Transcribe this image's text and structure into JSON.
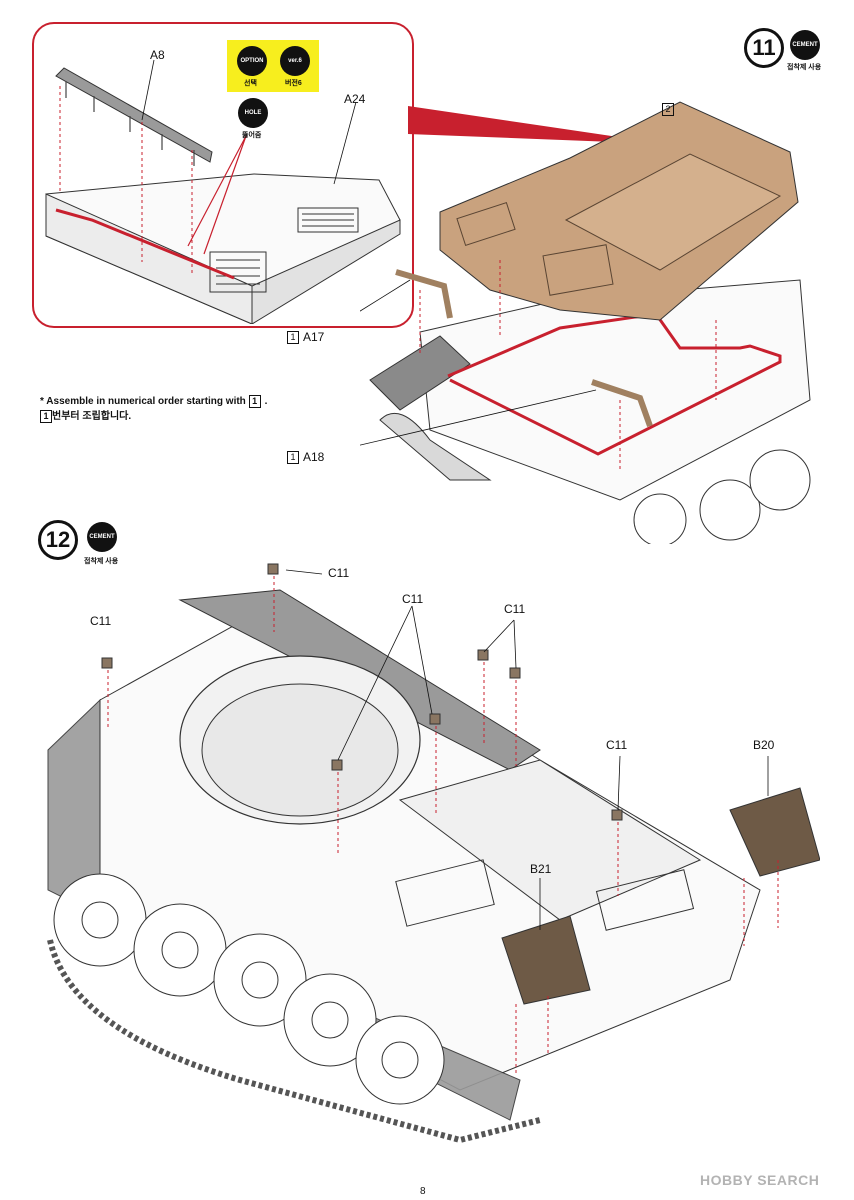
{
  "step11": {
    "number": "11",
    "cement_badge": "CEMENT",
    "cement_caption": "접착제 사용",
    "box_number": "2",
    "inset": {
      "option_badge": "OPTION",
      "option_caption": "선택",
      "version_badge": "ver.6",
      "version_caption": "버전6",
      "hole_badge": "HOLE",
      "hole_caption": "뚫어줌",
      "labels": [
        "A8",
        "A24"
      ]
    },
    "parts": [
      {
        "box": "1",
        "label": "A17"
      },
      {
        "box": "1",
        "label": "A18"
      }
    ]
  },
  "note": {
    "english": "* Assemble in numerical order starting with",
    "english_box": "1",
    "english_end": ".",
    "korean_box": "1",
    "korean": "번부터 조립합니다."
  },
  "step12": {
    "number": "12",
    "cement_badge": "CEMENT",
    "cement_caption": "접착제 사용",
    "labels": [
      "C11",
      "C11",
      "C11",
      "C11",
      "C11",
      "B20",
      "B21"
    ]
  },
  "page_number": "8",
  "watermark": "HOBBY SEARCH",
  "colors": {
    "guide_line": "#c8202e",
    "part_fill": "#c9a27e",
    "option_bg": "#f7ee1e"
  }
}
